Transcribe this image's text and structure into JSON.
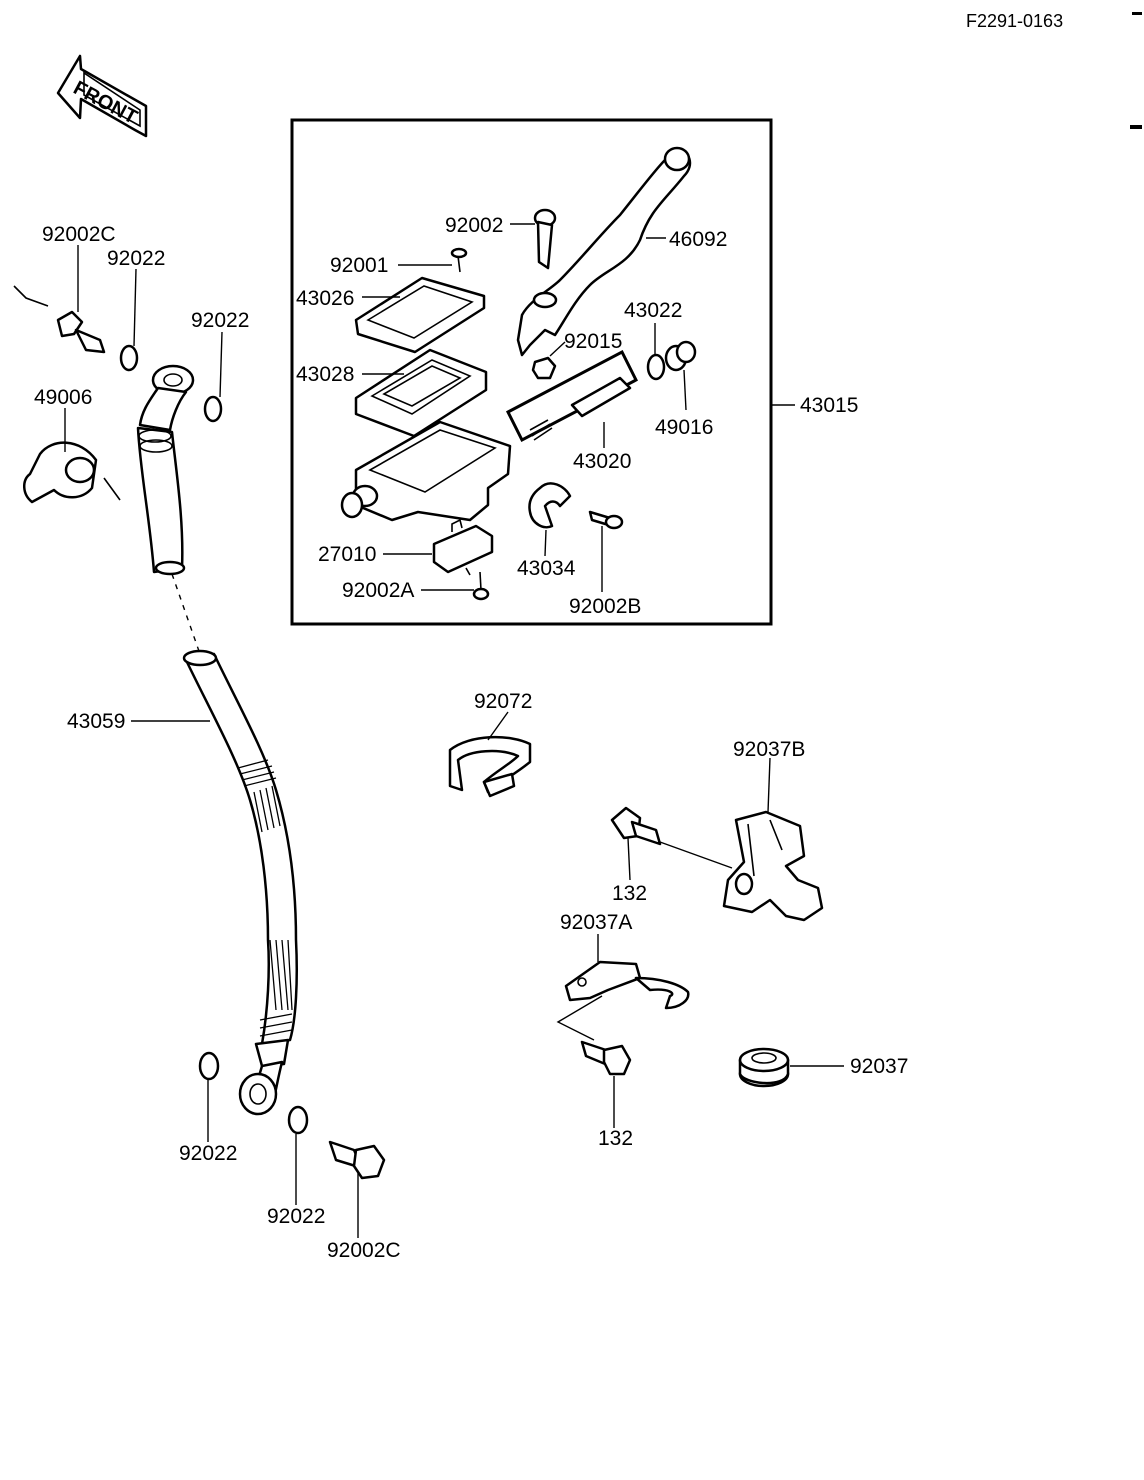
{
  "drawing_code": "F2291-0163",
  "front_label": "FRONT",
  "labels": {
    "p92002C_top": "92002C",
    "p92022_a": "92022",
    "p92022_b": "92022",
    "p49006": "49006",
    "p92002": "92002",
    "p46092": "46092",
    "p92001": "92001",
    "p43026": "43026",
    "p43022": "43022",
    "p92015": "92015",
    "p43028": "43028",
    "p49016": "49016",
    "p43015": "43015",
    "p43020": "43020",
    "p27010": "27010",
    "p43034": "43034",
    "p92002A": "92002A",
    "p92002B": "92002B",
    "p92072": "92072",
    "p43059": "43059",
    "p92037B": "92037B",
    "p132_a": "132",
    "p92037A": "92037A",
    "p92037": "92037",
    "p132_b": "132",
    "p92022_c": "92022",
    "p92022_d": "92022",
    "p92002C_bottom": "92002C"
  }
}
